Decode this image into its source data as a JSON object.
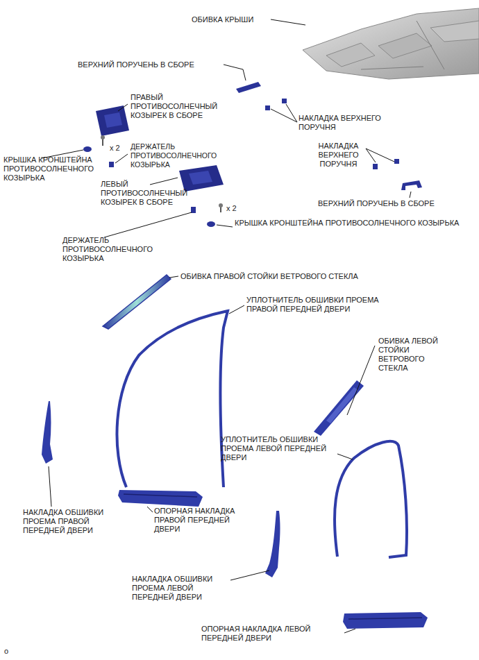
{
  "diagram": {
    "labels": [
      "ОБИВКА КРЫШИ",
      "ВЕРХНИЙ ПОРУЧЕНЬ В СБОРЕ",
      "ПРАВЫЙ ПРОТИВОСОЛНЕЧНЫЙ КОЗЫРЕК В СБОРЕ",
      "НАКЛАДКА ВЕРХНЕГО ПОРУЧНЯ",
      "x 2",
      "ДЕРЖАТЕЛЬ ПРОТИВОСОЛНЕЧНОГО КОЗЫРЬКА",
      "КРЫШКА КРОНШТЕЙНА ПРОТИВОСОЛНЕЧНОГО КОЗЫРЬКА",
      "НАКЛАДКА ВЕРХНЕГО ПОРУЧНЯ",
      "ЛЕВЫЙ ПРОТИВОСОЛНЕЧНЫЙ КОЗЫРЕК В СБОРЕ",
      "x 2",
      "ВЕРХНИЙ ПОРУЧЕНЬ В СБОРЕ",
      "КРЫШКА КРОНШТЕЙНА ПРОТИВОСОЛНЕЧНОГО КОЗЫРЬКА",
      "ДЕРЖАТЕЛЬ ПРОТИВОСОЛНЕЧНОГО КОЗЫРЬКА",
      "ОБИВКА ПРАВОЙ СТОЙКИ ВЕТРОВОГО СТЕКЛА",
      "УПЛОТНИТЕЛЬ ОБШИВКИ ПРОЕМА ПРАВОЙ ПЕРЕДНЕЙ ДВЕРИ",
      "ОБИВКА ЛЕВОЙ СТОЙКИ ВЕТРОВОГО СТЕКЛА",
      "УПЛОТНИТЕЛЬ ОБШИВКИ ПРОЕМА ЛЕВОЙ ПЕРЕДНЕЙ ДВЕРИ",
      "НАКЛАДКА ОБШИВКИ ПРОЕМА ПРАВОЙ ПЕРЕДНЕЙ ДВЕРИ",
      "ОПОРНАЯ НАКЛАДКА ПРАВОЙ ПЕРЕДНЕЙ ДВЕРИ",
      "НАКЛАДКА ОБШИВКИ ПРОЕМА ЛЕВОЙ ПЕРЕДНЕЙ ДВЕРИ",
      "ОПОРНАЯ НАКЛАДКА ЛЕВОЙ ПЕРЕДНЕЙ ДВЕРИ",
      "o"
    ]
  }
}
